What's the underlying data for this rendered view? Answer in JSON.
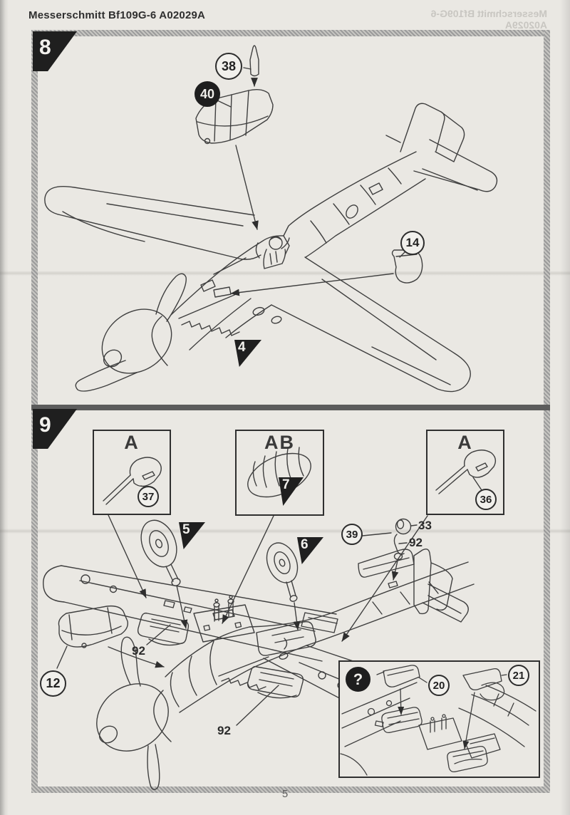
{
  "page": {
    "title": "Messerschmitt Bf109G-6 A02029A",
    "showthrough_title": "Messerschmitt Bf109G-6 A02029A",
    "page_number": "5"
  },
  "colors": {
    "paper": "#eae8e3",
    "ink": "#3f3f3f",
    "black": "#1f1f1f"
  },
  "step8": {
    "step_number": "8",
    "callout_38": "38",
    "callout_40": "40",
    "callout_14": "14",
    "stage_triangle_4": "4"
  },
  "step9": {
    "step_number": "9",
    "inset_boxes": [
      {
        "label": "A",
        "callout": "37"
      },
      {
        "label": "AB",
        "stage_triangle": "7"
      },
      {
        "label": "A",
        "callout": "36"
      }
    ],
    "stage_triangle_5": "5",
    "stage_triangle_6": "6",
    "callout_39": "39",
    "part_label_33": "33",
    "part_label_92_antenna": "92",
    "callout_12": "12",
    "part_label_92_left_wing": "92",
    "part_label_92_right_wing": "92",
    "detail_inset": {
      "question_mark": "?",
      "callout_20": "20",
      "callout_21": "21"
    }
  }
}
